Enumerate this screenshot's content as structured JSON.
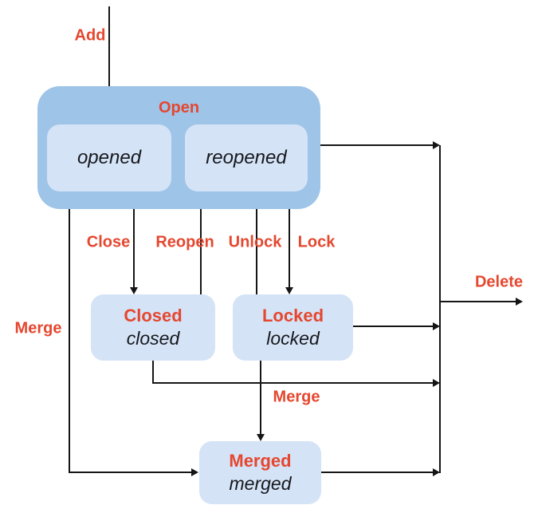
{
  "diagram_type": "state-diagram",
  "colors": {
    "open_group_fill": "#9EC4E8",
    "state_fill": "#D4E3F6",
    "transition_label": "#E5472F",
    "line": "#151515",
    "background": "#FFFFFF"
  },
  "states": {
    "open_group": {
      "label": "Open"
    },
    "opened": {
      "label": "opened"
    },
    "reopened": {
      "label": "reopened"
    },
    "closed": {
      "title": "Closed",
      "subtitle": "closed"
    },
    "locked": {
      "title": "Locked",
      "subtitle": "locked"
    },
    "merged": {
      "title": "Merged",
      "subtitle": "merged"
    }
  },
  "edges": [
    {
      "label": "Add",
      "from": "start",
      "to": "opened"
    },
    {
      "label": "Close",
      "from": "Open",
      "to": "Closed"
    },
    {
      "label": "Reopen",
      "from": "Closed",
      "to": "reopened"
    },
    {
      "label": "Unlock",
      "from": "Locked",
      "to": "reopened"
    },
    {
      "label": "Lock",
      "from": "Open",
      "to": "Locked"
    },
    {
      "label": "Merge",
      "from": "Open",
      "to": "Merged"
    },
    {
      "label": "Merge",
      "from": "Locked",
      "to": "Merged"
    },
    {
      "label": "Delete",
      "from": "Open / Closed / Locked / Merged",
      "to": "end"
    }
  ]
}
